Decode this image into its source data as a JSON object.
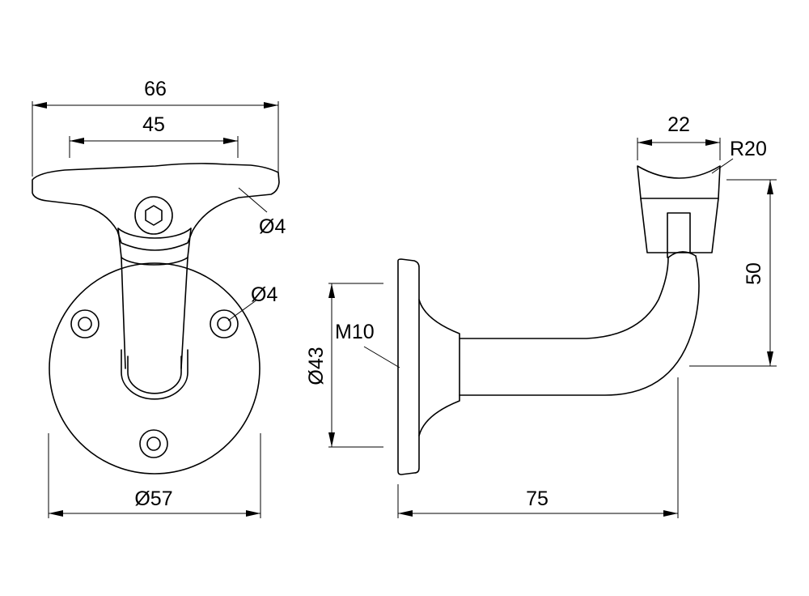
{
  "front_view": {
    "dim_total_width": "66",
    "dim_hole_spacing": "45",
    "dim_hole_saddle": "Ø4",
    "dim_hole_flange": "Ø4",
    "dim_flange_diameter": "Ø57"
  },
  "side_view": {
    "dim_saddle_width": "22",
    "dim_saddle_radius": "R20",
    "dim_height": "50",
    "dim_thread": "M10",
    "dim_base_diameter": "Ø43",
    "dim_projection": "75"
  }
}
